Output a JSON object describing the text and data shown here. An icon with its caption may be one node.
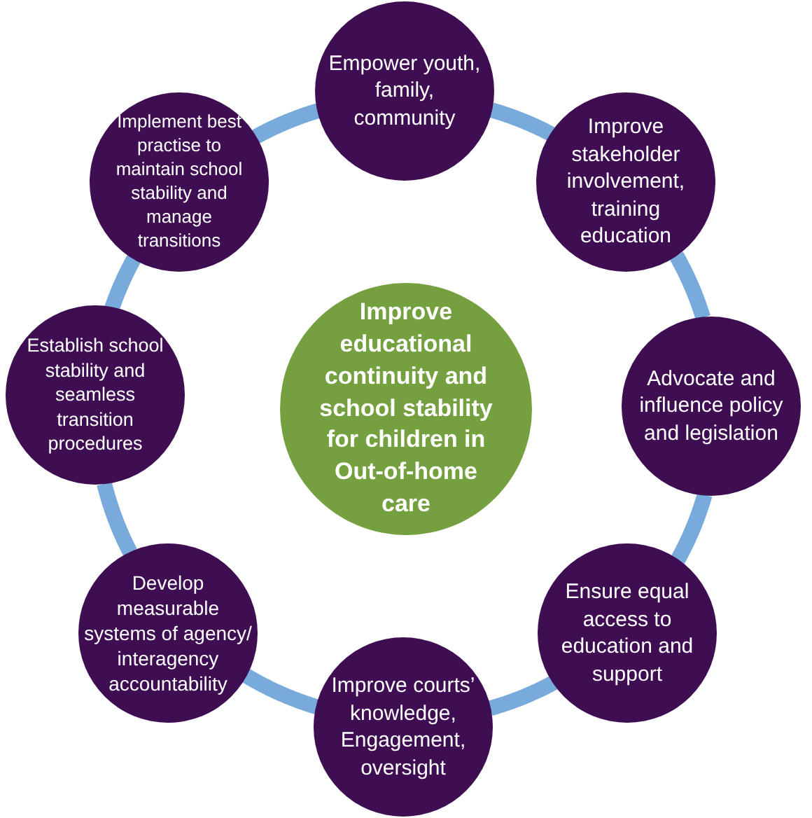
{
  "diagram": {
    "nodes": [
      {
        "text": [
          "Empower youth, family, community"
        ]
      },
      {
        "text": [
          "Improve stakeholder involvement, training education"
        ]
      },
      {
        "text": [
          "Advocate and influence policy and legislation"
        ]
      },
      {
        "text": [
          "Ensure equal access to education and support"
        ]
      },
      {
        "text": [
          "Improve courts’ knowledge, Engagement, oversight"
        ]
      },
      {
        "text": [
          "Develop measurable systems of agency/ interagency accountability"
        ]
      },
      {
        "text": [
          "Establish school stability and seamless transition procedures"
        ]
      },
      {
        "text": [
          "Implement best practise to maintain school stability and manage transitions"
        ]
      },
      {
        "text": [
          "Improve educational continuity and school stability for children in Out-of-home care"
        ]
      }
    ],
    "edges": [
      {
        "from": 0,
        "to": 1,
        "arrow": "none"
      },
      {
        "from": 1,
        "to": 2,
        "arrow": "none"
      },
      {
        "from": 2,
        "to": 3,
        "arrow": "none"
      },
      {
        "from": 3,
        "to": 4,
        "arrow": "none"
      },
      {
        "from": 4,
        "to": 5,
        "arrow": "none"
      },
      {
        "from": 5,
        "to": 6,
        "arrow": "none"
      },
      {
        "from": 6,
        "to": 7,
        "arrow": "none"
      },
      {
        "from": 7,
        "to": 0,
        "arrow": "none"
      }
    ]
  }
}
